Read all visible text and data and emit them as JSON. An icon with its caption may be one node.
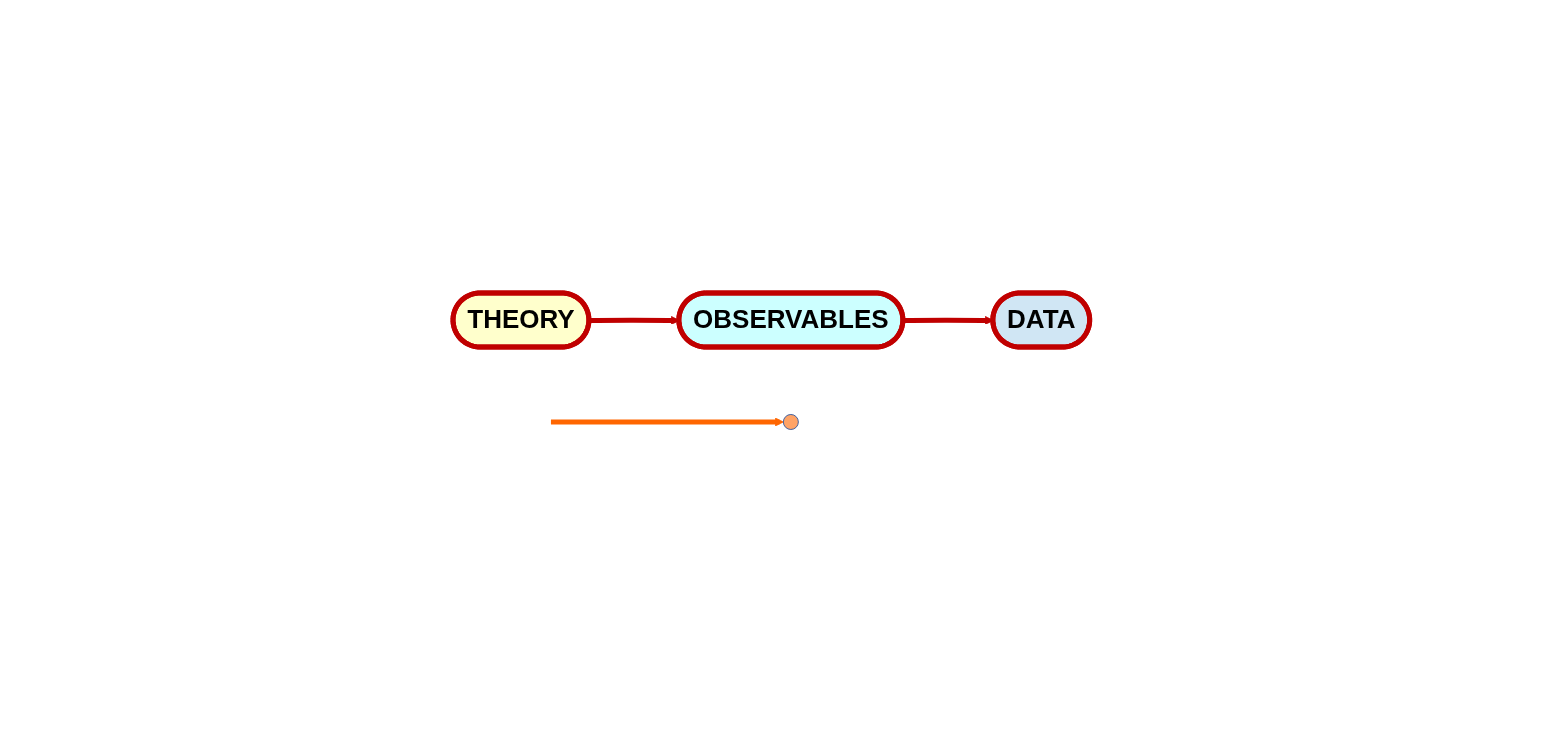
{
  "diagram": {
    "nodes": [
      {
        "text": [
          "THEORY"
        ]
      },
      {
        "text": [
          "OBSERVABLES"
        ]
      },
      {
        "text": [],
        "shape": "circle"
      },
      {
        "text": [
          "DATA"
        ]
      }
    ],
    "edges": [
      {
        "from": 0,
        "to": 1,
        "arrow": "to"
      },
      {
        "from": 1,
        "to": 3,
        "arrow": "to"
      },
      {
        "from": null,
        "to": 2,
        "arrow": "to",
        "color": "#ff6600"
      }
    ]
  }
}
